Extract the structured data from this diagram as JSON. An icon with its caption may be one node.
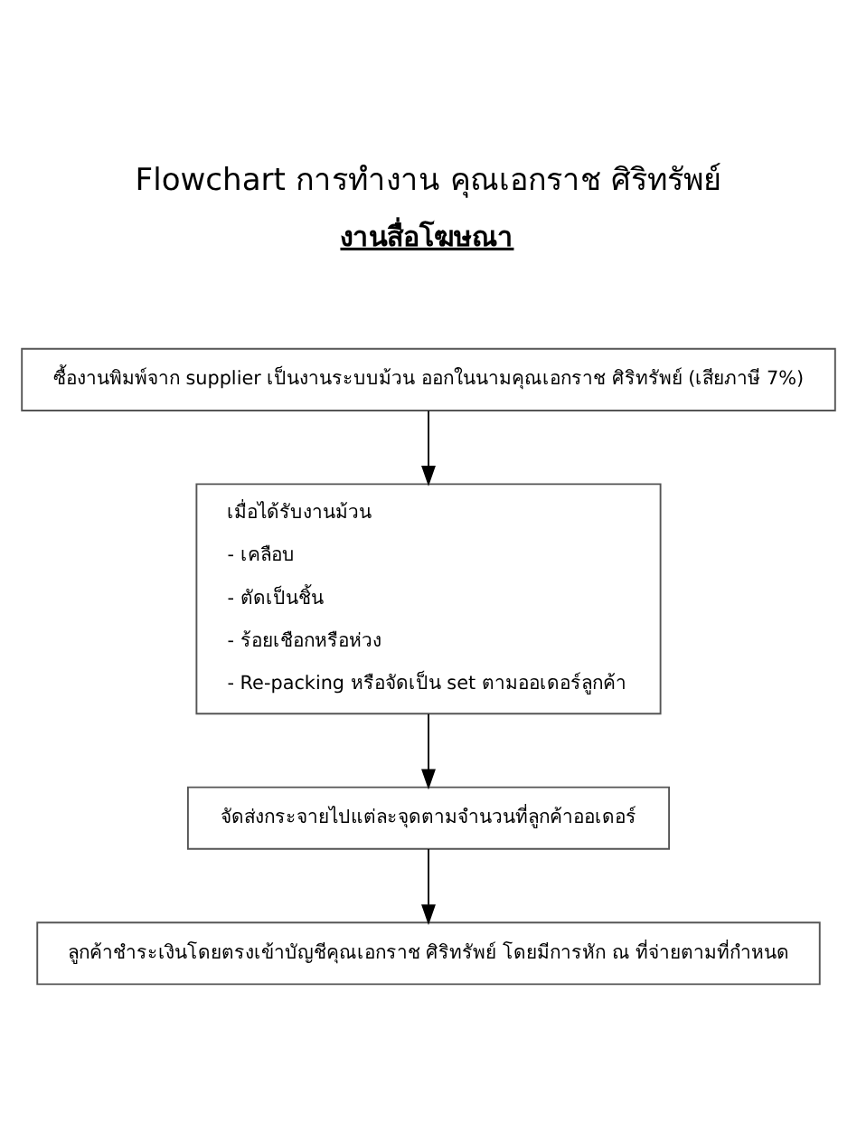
{
  "diagram": {
    "title": "Flowchart การทำงาน คุณเอกราช ศิริทรัพย์",
    "nodes": [
      {
        "text": [
          "ซื้องานพิมพ์จาก supplier เป็นงานระบบม้วน ออกในนามคุณเอกราช ศิริทรัพย์ (เสียภาษี 7%)"
        ]
      },
      {
        "text": [
          "เมื่อได้รับงานม้วน",
          "- เคลือบ",
          "- ตัดเป็นชิ้น",
          "- ร้อยเชือกหรือห่วง",
          "- Re-packing หรือจัดเป็น set ตามออเดอร์ลูกค้า"
        ]
      },
      {
        "text": [
          "จัดส่งกระจายไปแต่ละจุดตามจำนวนที่ลูกค้าออเดอร์"
        ]
      },
      {
        "text": [
          "ลูกค้าชำระเงินโดยตรงเข้าบัญชีคุณเอกราช ศิริทรัพย์ โดยมีการหัก ณ ที่จ่ายตามที่กำหนด"
        ]
      }
    ],
    "edges": [
      {
        "from": 0,
        "to": 1,
        "arrow": "to"
      },
      {
        "from": 1,
        "to": 2,
        "arrow": "to"
      },
      {
        "from": 2,
        "to": 3,
        "arrow": "to"
      }
    ],
    "labels": [
      "งานสื่อโฆษณา"
    ]
  }
}
